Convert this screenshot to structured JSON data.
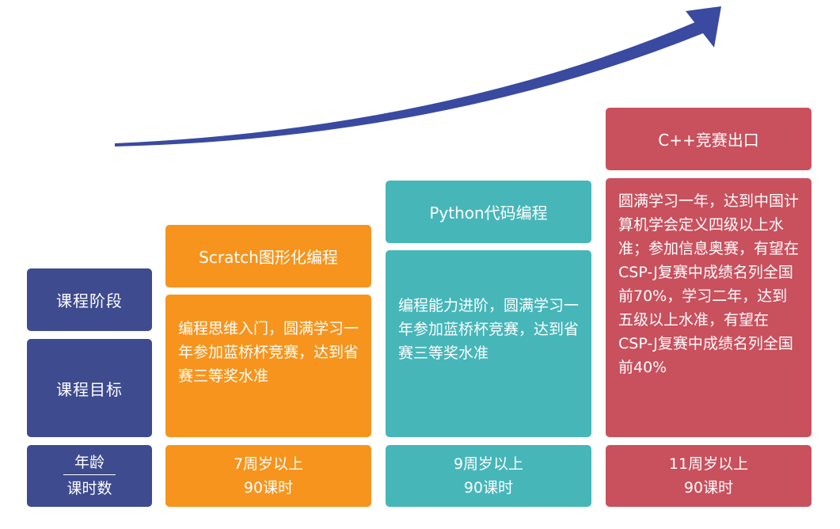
{
  "labels": {
    "stage": "课程阶段",
    "goal": "课程目标",
    "age": "年龄",
    "hours": "课时数"
  },
  "courses": [
    {
      "title": "Scratch图形化编程",
      "goal": "编程思维入门，圆满学习一年参加蓝桥杯竞赛，达到省赛三等奖水准",
      "age": "7周岁以上",
      "hours": "90课时",
      "color": "#f7941d"
    },
    {
      "title": "Python代码编程",
      "goal": "编程能力进阶，圆满学习一年参加蓝桥杯竞赛，达到省赛三等奖水准",
      "age": "9周岁以上",
      "hours": "90课时",
      "color": "#46b6b9"
    },
    {
      "title": "C++竞赛出口",
      "goal": "圆满学习一年，达到中国计算机学会定义四级以上水准；参加信息奥赛，有望在CSP-J复赛中成绩名列全国前70%，学习二年，达到五级以上水准，有望在CSP-J复赛中成绩名列全国前40%",
      "age": "11周岁以上",
      "hours": "90课时",
      "color": "#c9505d"
    }
  ],
  "colors": {
    "navy": "#3e4b8f",
    "arrow": "#3a4aa0"
  }
}
